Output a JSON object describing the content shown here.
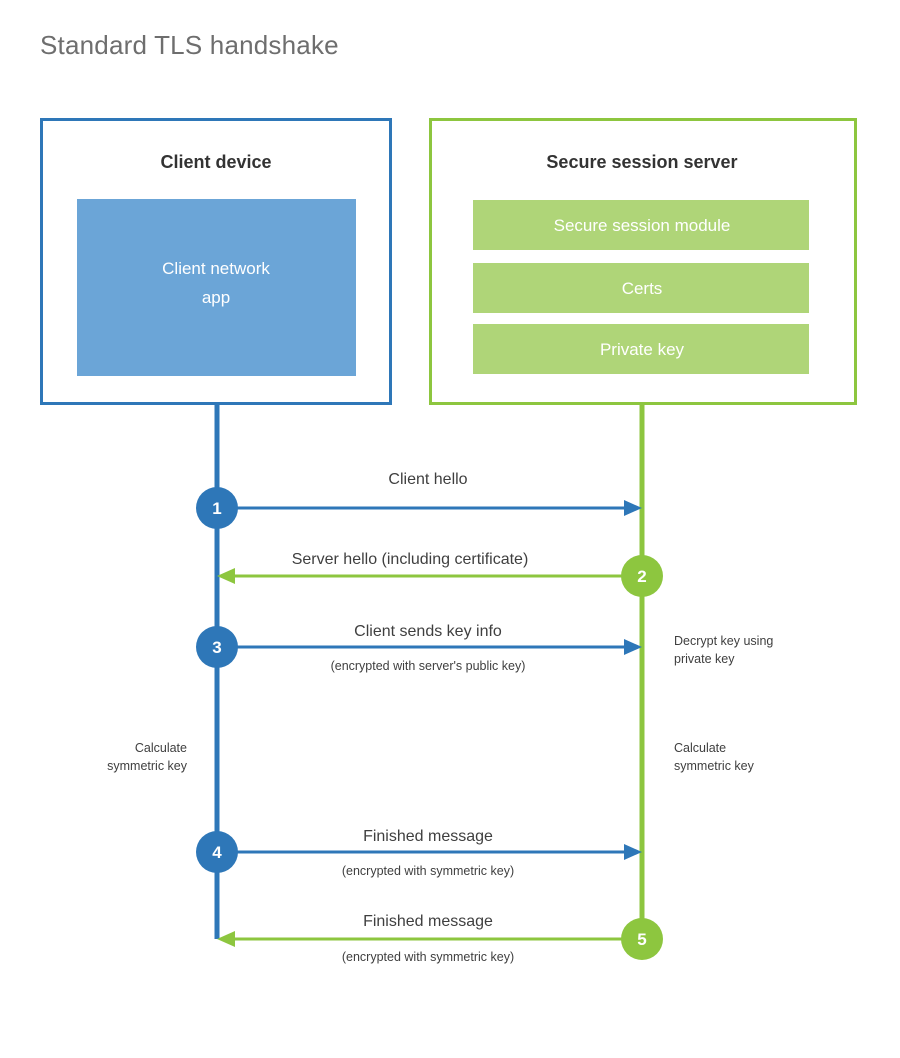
{
  "title": "Standard TLS handshake",
  "colors": {
    "blue_border": "#2E77B8",
    "blue_fill": "#6BA5D7",
    "green_border": "#8DC63F",
    "green_fill": "#AFD578",
    "blue_circle": "#2E77B8",
    "green_circle": "#8DC63F",
    "text": "#3f3f3f",
    "title_text": "#6e6e6e",
    "background": "#ffffff"
  },
  "panels": [
    {
      "id": "client",
      "title": "Client device",
      "accent": "#2E77B8",
      "blocks": [
        {
          "label": "Client network app"
        }
      ]
    },
    {
      "id": "server",
      "title": "Secure session server",
      "accent": "#8DC63F",
      "blocks": [
        {
          "label": "Secure session module"
        },
        {
          "label": "Certs"
        },
        {
          "label": "Private key"
        }
      ]
    }
  ],
  "steps": [
    {
      "number": "1",
      "direction": "client-to-server",
      "color": "#2E77B8",
      "primary": "Client hello",
      "secondary": ""
    },
    {
      "number": "2",
      "direction": "server-to-client",
      "color": "#8DC63F",
      "primary": "Server hello (including certificate)",
      "secondary": ""
    },
    {
      "number": "3",
      "direction": "client-to-server",
      "color": "#2E77B8",
      "primary": "Client sends key info",
      "secondary": "(encrypted with server's public key)"
    },
    {
      "number": "4",
      "direction": "client-to-server",
      "color": "#2E77B8",
      "primary": "Finished message",
      "secondary": "(encrypted with symmetric key)"
    },
    {
      "number": "5",
      "direction": "server-to-client",
      "color": "#8DC63F",
      "primary": "Finished message",
      "secondary": "(encrypted with symmetric key)"
    }
  ],
  "notes": {
    "server_decrypt_line1": "Decrypt key using",
    "server_decrypt_line2": "private key",
    "client_calculate_line1": "Calculate",
    "client_calculate_line2": "symmetric key",
    "server_calculate_line1": "Calculate",
    "server_calculate_line2": "symmetric key"
  }
}
